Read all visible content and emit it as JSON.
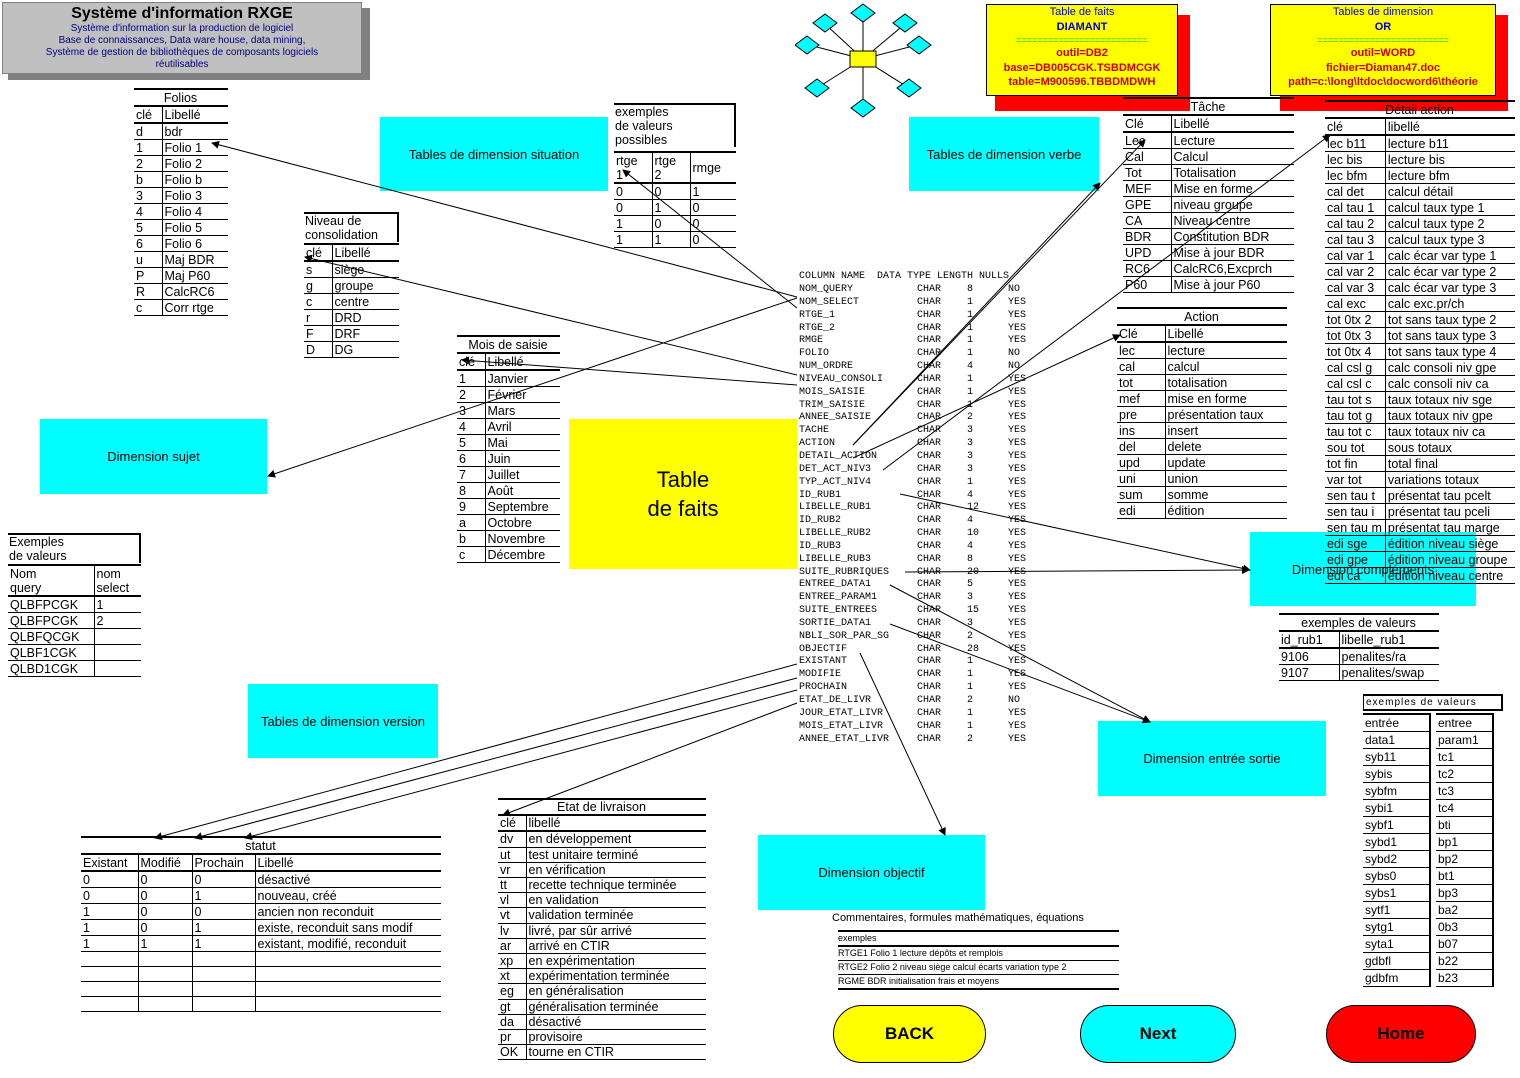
{
  "header": {
    "title": "Système d'information  RXGE",
    "lines": [
      "Système d'information sur la production de logiciel",
      "Base de connaissances, Data ware house, data mining,",
      "Système de gestion de bibliothèques de composants logiciels",
      "réutilisables"
    ]
  },
  "colors": {
    "cyan": "#00ffff",
    "yellow": "#ffff00",
    "red": "#ff0000",
    "blue_text": "#0000ff",
    "red_text": "#cc0000"
  },
  "star_icon": "star-network-icon",
  "fact_box": {
    "title": "Table de faits",
    "name": "DIAMANT",
    "sep": "=========================",
    "l1": "outil=DB2",
    "l2": "base=DB005CGK.TSBDMCGK",
    "l3": "table=M900596.TBBDMDWH"
  },
  "dim_box": {
    "title": "Tables de dimension",
    "name": "OR",
    "sep": "=========================",
    "l1": "outil=WORD",
    "l2": "fichier=Diaman47.doc",
    "l3": "path=c:\\long\\ltdoc\\docword6\\théorie"
  },
  "labels": {
    "situation": "Tables de dimension situation",
    "verbe": "Tables de dimension verbe",
    "sujet": "Dimension sujet",
    "version": "Tables de dimension version",
    "complements": "Dimension compléments",
    "entree_sortie": "Dimension entrée sortie",
    "objectif": "Dimension objectif",
    "center": "Table\nde faits"
  },
  "folios": {
    "title": "Folios",
    "cols": [
      "clé",
      "Libellé"
    ],
    "rows": [
      [
        "d",
        "bdr"
      ],
      [
        "1",
        "Folio 1"
      ],
      [
        "2",
        "Folio 2"
      ],
      [
        "b",
        "Folio b"
      ],
      [
        "3",
        "Folio 3"
      ],
      [
        "4",
        "Folio 4"
      ],
      [
        "5",
        "Folio 5"
      ],
      [
        "6",
        "Folio 6"
      ],
      [
        "u",
        "Maj BDR"
      ],
      [
        "P",
        "Maj P60"
      ],
      [
        "R",
        "CalcRC6"
      ],
      [
        "c",
        "Corr rtge"
      ]
    ]
  },
  "exemples_rtge": {
    "title": [
      "exemples",
      "de valeurs",
      "possibles"
    ],
    "cols": [
      "rtge\n1",
      "rtge\n2",
      "rmge"
    ],
    "rows": [
      [
        "0",
        "0",
        "1"
      ],
      [
        "0",
        "1",
        "0"
      ],
      [
        "1",
        "0",
        "0"
      ],
      [
        "1",
        "1",
        "0"
      ]
    ]
  },
  "niveau": {
    "title": [
      "Niveau de",
      "consolidation"
    ],
    "cols": [
      "clé",
      "Libellé"
    ],
    "rows": [
      [
        "s",
        "siège"
      ],
      [
        "g",
        "groupe"
      ],
      [
        "c",
        "centre"
      ],
      [
        "r",
        "DRD"
      ],
      [
        "F",
        "DRF"
      ],
      [
        "D",
        "DG"
      ]
    ]
  },
  "mois": {
    "title": "Mois de saisie",
    "cols": [
      "clé",
      "Libellé"
    ],
    "rows": [
      [
        "1",
        "Janvier"
      ],
      [
        "2",
        "Février"
      ],
      [
        "3",
        "Mars"
      ],
      [
        "4",
        "Avril"
      ],
      [
        "5",
        "Mai"
      ],
      [
        "6",
        "Juin"
      ],
      [
        "7",
        "Juillet"
      ],
      [
        "8",
        "Août"
      ],
      [
        "9",
        "Septembre"
      ],
      [
        "a",
        "Octobre"
      ],
      [
        "b",
        "Novembre"
      ],
      [
        "c",
        "Décembre"
      ]
    ]
  },
  "query": {
    "title": [
      "Exemples",
      "de valeurs"
    ],
    "cols": [
      "Nom\nquery",
      "nom\nselect"
    ],
    "rows": [
      [
        "QLBFPCGK",
        "1"
      ],
      [
        "QLBFPCGK",
        "2"
      ],
      [
        "QLBFQCGK",
        ""
      ],
      [
        "QLBF1CGK",
        ""
      ],
      [
        "QLBD1CGK",
        ""
      ]
    ]
  },
  "tache": {
    "title": "Tâche",
    "cols": [
      "Clé",
      "Libellé"
    ],
    "rows": [
      [
        "Lec",
        "Lecture"
      ],
      [
        "Cal",
        "Calcul"
      ],
      [
        "Tot",
        "Totalisation"
      ],
      [
        "MEF",
        "Mise en forme"
      ],
      [
        "GPE",
        "niveau groupe"
      ],
      [
        "CA",
        "Niveau centre"
      ],
      [
        "BDR",
        "Constitution BDR"
      ],
      [
        "UPD",
        "Mise à jour BDR"
      ],
      [
        "RC6",
        "CalcRC6,Excprch"
      ],
      [
        "P60",
        "Mise à jour P60"
      ]
    ]
  },
  "action": {
    "title": "Action",
    "cols": [
      "Clé",
      "Libellé"
    ],
    "rows": [
      [
        "lec",
        "lecture"
      ],
      [
        "cal",
        "calcul"
      ],
      [
        "tot",
        "totalisation"
      ],
      [
        "mef",
        "mise en forme"
      ],
      [
        "pre",
        "présentation taux"
      ],
      [
        "ins",
        "insert"
      ],
      [
        "del",
        "delete"
      ],
      [
        "upd",
        "update"
      ],
      [
        "uni",
        "union"
      ],
      [
        "sum",
        "somme"
      ],
      [
        "edi",
        "édition"
      ]
    ]
  },
  "detail": {
    "title": "Détail action",
    "cols": [
      "clé",
      "libellé"
    ],
    "rows": [
      [
        "lec b11",
        "lecture b11"
      ],
      [
        "lec bis",
        "lecture bis"
      ],
      [
        "lec bfm",
        "lecture bfm"
      ],
      [
        "cal det",
        "calcul détail"
      ],
      [
        "cal tau 1",
        "calcul taux type 1"
      ],
      [
        "cal tau 2",
        "calcul taux type 2"
      ],
      [
        "cal tau 3",
        "calcul taux type 3"
      ],
      [
        "cal var 1",
        "calc écar var type 1"
      ],
      [
        "cal var 2",
        "calc écar var type 2"
      ],
      [
        "cal var 3",
        "calc écar var type 3"
      ],
      [
        "cal exc",
        "calc exc.pr/ch"
      ],
      [
        "tot 0tx 2",
        "tot sans taux type 2"
      ],
      [
        "tot 0tx 3",
        "tot sans taux type 3"
      ],
      [
        "tot 0tx 4",
        "tot sans taux type 4"
      ],
      [
        "cal csl g",
        "calc consoli niv gpe"
      ],
      [
        "cal csl c",
        "calc consoli niv ca"
      ],
      [
        "tau tot s",
        "taux totaux niv sge"
      ],
      [
        "tau tot g",
        "taux totaux niv gpe"
      ],
      [
        "tau tot c",
        "taux totaux niv ca"
      ],
      [
        "sou tot",
        "sous totaux"
      ],
      [
        "tot fin",
        "total final"
      ],
      [
        "var tot",
        "variations totaux"
      ],
      [
        "sen tau t",
        "présentat tau pcelt"
      ],
      [
        "sen tau i",
        "présentat tau pceli"
      ],
      [
        "sen tau m",
        "présentat tau marge"
      ],
      [
        "edi sge",
        "édition niveau siège"
      ],
      [
        "edi gpe",
        "édition niveau groupe"
      ],
      [
        "edi ca",
        "édition niveau centre"
      ]
    ]
  },
  "columns": {
    "header": "COLUMN NAME  DATA TYPE LENGTH NULLS",
    "rows": [
      [
        "NOM_QUERY",
        "CHAR",
        "8",
        "NO"
      ],
      [
        "NOM_SELECT",
        "CHAR",
        "1",
        "YES"
      ],
      [
        "RTGE_1",
        "CHAR",
        "1",
        "YES"
      ],
      [
        "RTGE_2",
        "CHAR",
        "1",
        "YES"
      ],
      [
        "RMGE",
        "CHAR",
        "1",
        "YES"
      ],
      [
        "FOLIO",
        "CHAR",
        "1",
        "NO"
      ],
      [
        "NUM_ORDRE",
        "CHAR",
        "4",
        "NO"
      ],
      [
        "NIVEAU_CONSOLI",
        "CHAR",
        "1",
        "YES"
      ],
      [
        "MOIS_SAISIE",
        "CHAR",
        "1",
        "YES"
      ],
      [
        "TRIM_SAISIE",
        "CHAR",
        "1",
        "YES"
      ],
      [
        "ANNEE_SAISIE",
        "CHAR",
        "2",
        "YES"
      ],
      [
        "TACHE",
        "CHAR",
        "3",
        "YES"
      ],
      [
        "ACTION",
        "CHAR",
        "3",
        "YES"
      ],
      [
        "DETAIL_ACTION",
        "CHAR",
        "3",
        "YES"
      ],
      [
        "DET_ACT_NIV3",
        "CHAR",
        "3",
        "YES"
      ],
      [
        "TYP_ACT_NIV4",
        "CHAR",
        "1",
        "YES"
      ],
      [
        "ID_RUB1",
        "CHAR",
        "4",
        "YES"
      ],
      [
        "LIBELLE_RUB1",
        "CHAR",
        "12",
        "YES"
      ],
      [
        "ID_RUB2",
        "CHAR",
        "4",
        "YES"
      ],
      [
        "LIBELLE_RUB2",
        "CHAR",
        "10",
        "YES"
      ],
      [
        "ID_RUB3",
        "CHAR",
        "4",
        "YES"
      ],
      [
        "LIBELLE_RUB3",
        "CHAR",
        "8",
        "YES"
      ],
      [
        "SUITE_RUBRIQUES",
        "CHAR",
        "20",
        "YES"
      ],
      [
        "ENTREE_DATA1",
        "CHAR",
        "5",
        "YES"
      ],
      [
        "ENTREE_PARAM1",
        "CHAR",
        "3",
        "YES"
      ],
      [
        "SUITE_ENTREES",
        "CHAR",
        "15",
        "YES"
      ],
      [
        "SORTIE_DATA1",
        "CHAR",
        "3",
        "YES"
      ],
      [
        "NBLI_SOR_PAR_SG",
        "CHAR",
        "2",
        "YES"
      ],
      [
        "OBJECTIF",
        "CHAR",
        "28",
        "YES"
      ],
      [
        "EXISTANT",
        "CHAR",
        "1",
        "YES"
      ],
      [
        "MODIFIE",
        "CHAR",
        "1",
        "YES"
      ],
      [
        "PROCHAIN",
        "CHAR",
        "1",
        "YES"
      ],
      [
        "ETAT_DE_LIVR",
        "CHAR",
        "2",
        "NO"
      ],
      [
        "JOUR_ETAT_LIVR",
        "CHAR",
        "1",
        "YES"
      ],
      [
        "MOIS_ETAT_LIVR",
        "CHAR",
        "1",
        "YES"
      ],
      [
        "ANNEE_ETAT_LIVR",
        "CHAR",
        "2",
        "YES"
      ]
    ]
  },
  "rub": {
    "title": "exemples de valeurs",
    "cols": [
      "id_rub1",
      "libelle_rub1"
    ],
    "rows": [
      [
        "9106",
        "penalites/ra"
      ],
      [
        "9107",
        "penalites/swap"
      ]
    ]
  },
  "entree": {
    "title": "exemples de valeurs",
    "col1": [
      "entrée",
      "data1",
      "syb11",
      "sybis",
      "sybfm",
      "sybi1",
      "sybf1",
      "sybd1",
      "sybd2",
      "sybs0",
      "sybs1",
      "sytf1",
      "sytg1",
      "syta1",
      "gdbfl",
      "gdbfm"
    ],
    "col2": [
      "entree",
      "param1",
      "tc1",
      "tc2",
      "tc3",
      "tc4",
      "bti",
      "bp1",
      "bp2",
      "bt1",
      "bp3",
      "ba2",
      "0b3",
      "b07",
      "b22",
      "b23"
    ]
  },
  "statut": {
    "title": "statut",
    "cols": [
      "Existant",
      "Modifié",
      "Prochain",
      "Libellé"
    ],
    "rows": [
      [
        "0",
        "0",
        "0",
        "désactivé"
      ],
      [
        "0",
        "0",
        "1",
        "nouveau, créé"
      ],
      [
        "1",
        "0",
        "0",
        "ancien non reconduit"
      ],
      [
        "1",
        "0",
        "1",
        "existe, reconduit sans modif"
      ],
      [
        "1",
        "1",
        "1",
        "existant, modifié, reconduit"
      ],
      [
        "",
        "",
        "",
        ""
      ],
      [
        "",
        "",
        "",
        ""
      ],
      [
        "",
        "",
        "",
        ""
      ],
      [
        "",
        "",
        "",
        ""
      ]
    ]
  },
  "etat": {
    "title": "Etat de livraison",
    "cols": [
      "clé",
      "libellé"
    ],
    "rows": [
      [
        "dv",
        "en développement"
      ],
      [
        "ut",
        "test unitaire terminé"
      ],
      [
        "vr",
        "en vérification"
      ],
      [
        "tt",
        "recette technique terminée"
      ],
      [
        "vl",
        "en validation"
      ],
      [
        "vt",
        "validation terminée"
      ],
      [
        "lv",
        "livré, par sûr arrivé"
      ],
      [
        "ar",
        "arrivé en CTIR"
      ],
      [
        "xp",
        "en expérimentation"
      ],
      [
        "xt",
        "expérimentation terminée"
      ],
      [
        "eg",
        "en généralisation"
      ],
      [
        "gt",
        "généralisation terminée"
      ],
      [
        "da",
        "désactivé"
      ],
      [
        "pr",
        "provisoire"
      ],
      [
        "OK",
        "tourne en CTIR"
      ]
    ]
  },
  "comments": {
    "title": "Commentaires, formules mathématiques, équations",
    "sub": "exemples",
    "lines": [
      "RTGE1 Folio 1 lecture dépôts et remplois",
      "RTGE2 Folio 2 niveau siège calcul écarts variation type 2",
      "RGME BDR initialisation frais et moyens"
    ]
  },
  "buttons": {
    "back": "BACK",
    "next": "Next",
    "home": "Home"
  }
}
